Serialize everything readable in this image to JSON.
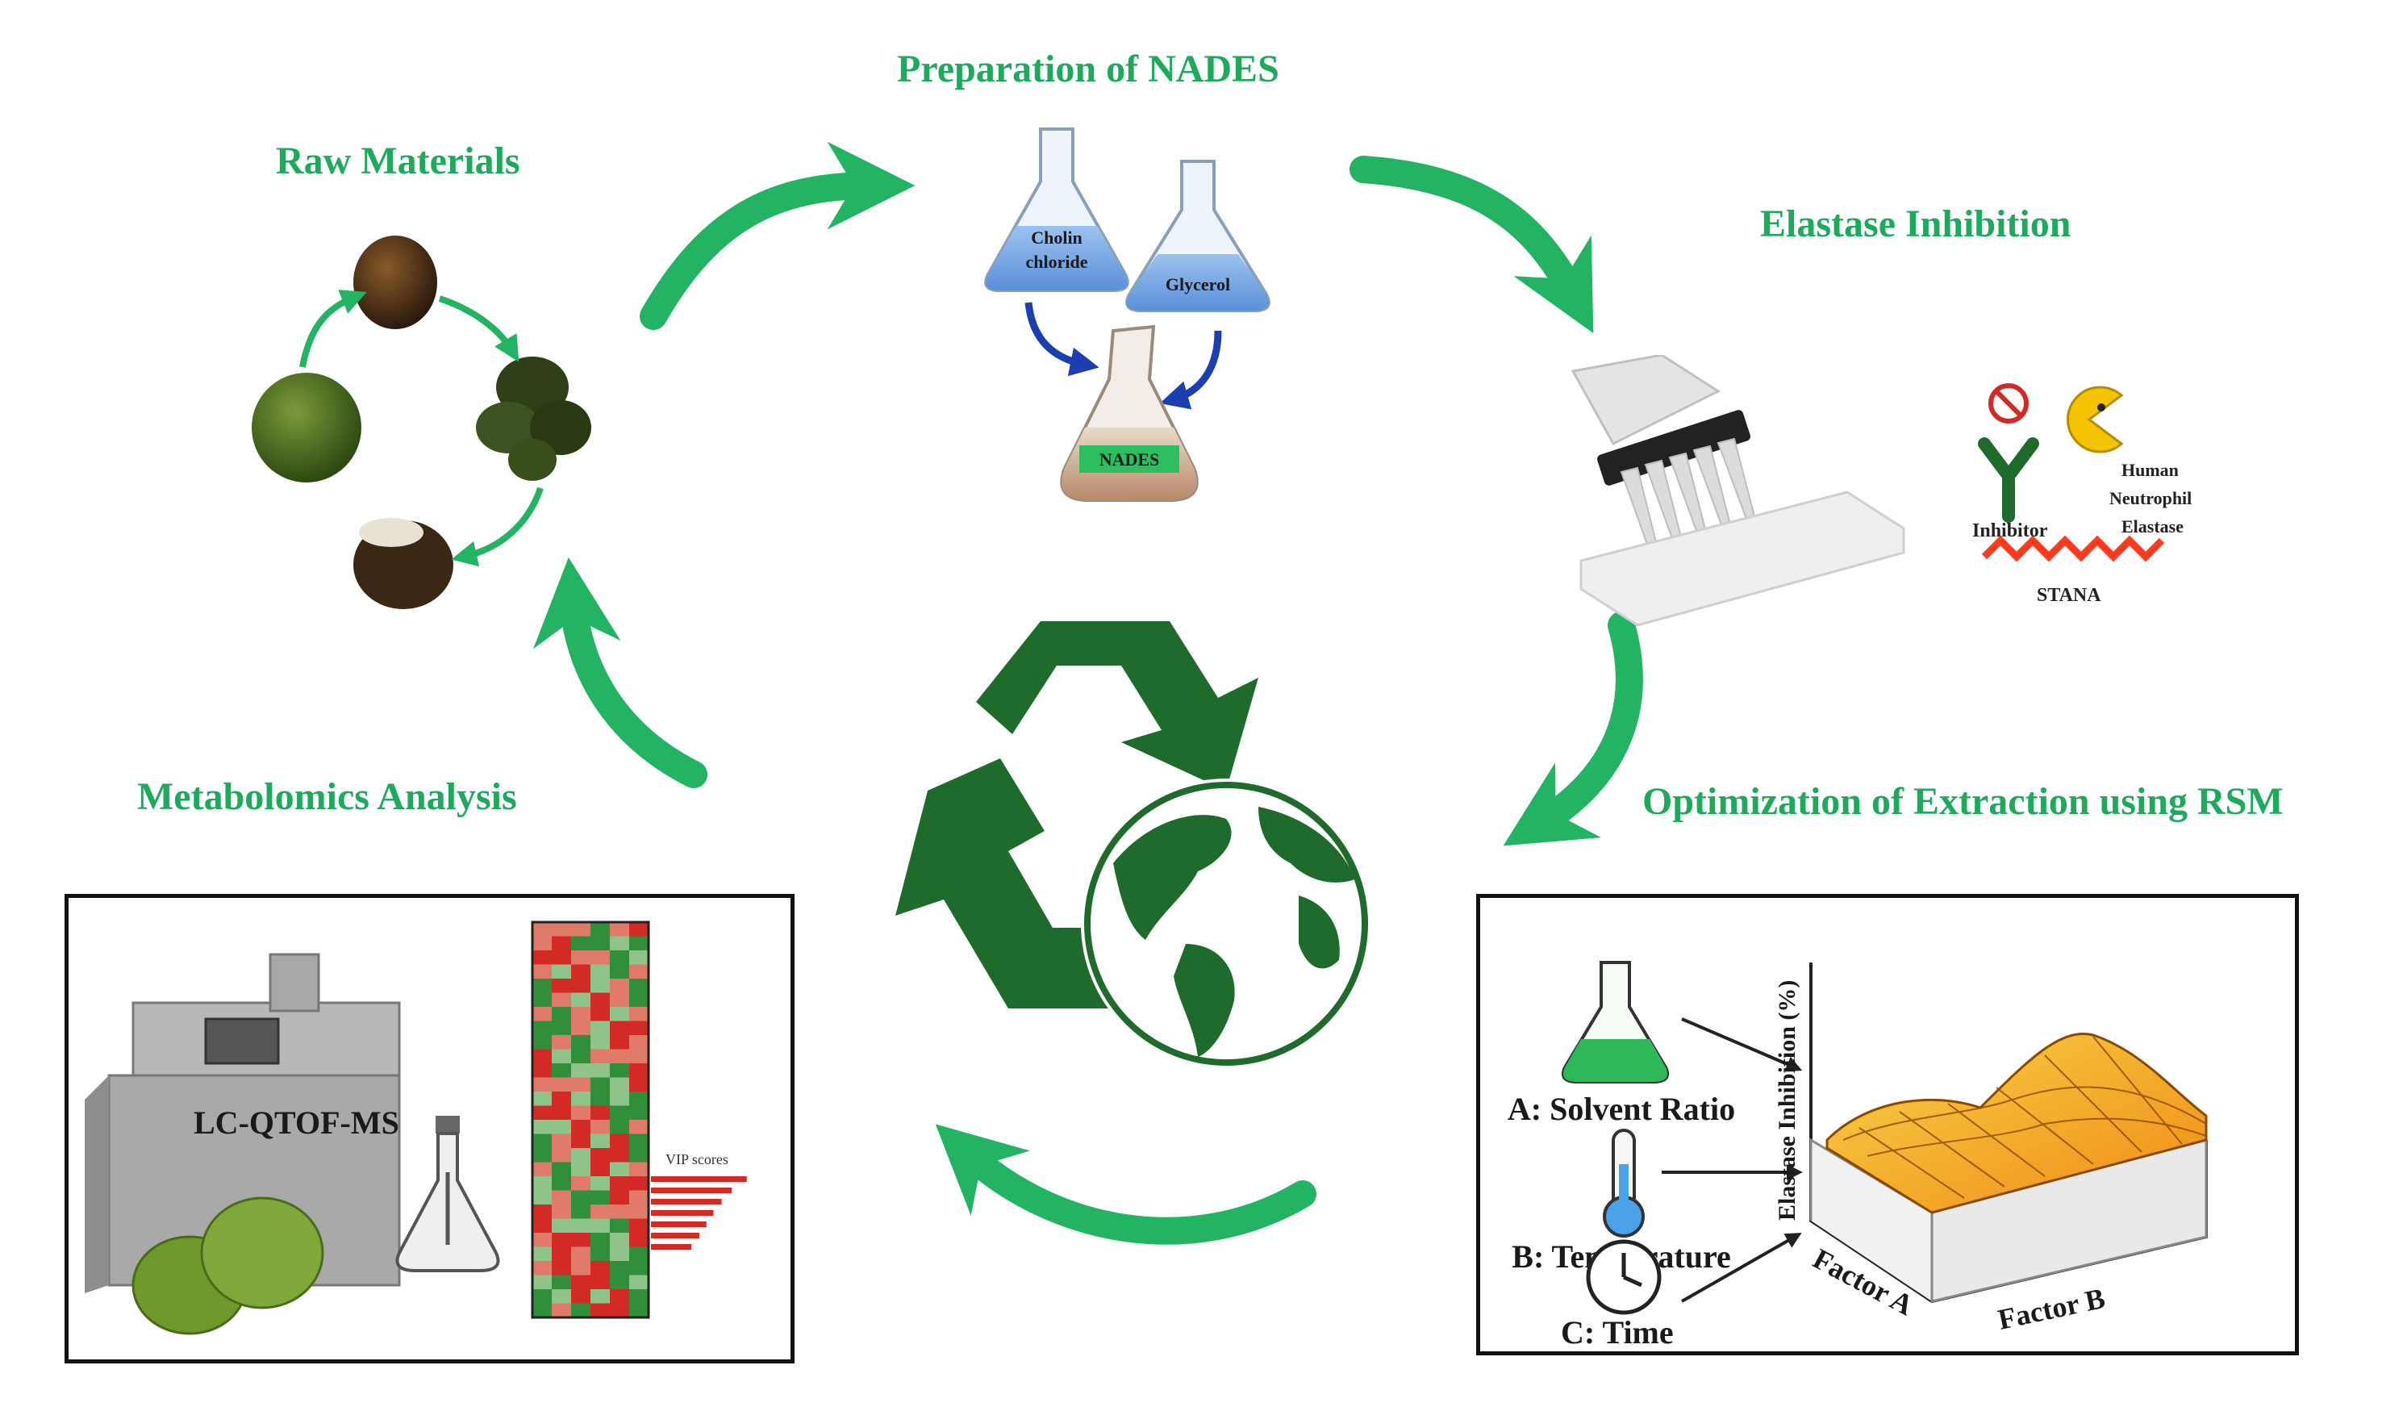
{
  "sections": {
    "raw_materials": "Raw Materials",
    "preparation": "Preparation of NADES",
    "elastase": "Elastase Inhibition",
    "optimization": "Optimization of Extraction using RSM",
    "metabolomics": "Metabolomics Analysis"
  },
  "nades": {
    "flask1_line1": "Cholin",
    "flask1_line2": "chloride",
    "flask2": "Glycerol",
    "result": "NADES"
  },
  "elastase_panel": {
    "inhibitor": "Inhibitor",
    "enzyme_line1": "Human",
    "enzyme_line2": "Neutrophil",
    "enzyme_line3": "Elastase",
    "substrate": "STANA"
  },
  "rsm_panel": {
    "factor_a": "A: Solvent Ratio",
    "factor_b": "B: Temperature",
    "factor_c": "C: Time",
    "y_axis": "Elastase Inhibition (%)",
    "x_axis_1": "Factor A",
    "x_axis_2": "Factor B"
  },
  "metabolomics_panel": {
    "instrument": "LC-QTOF-MS",
    "vip_label": "VIP scores",
    "vip_values": [
      0.95,
      0.8,
      0.7,
      0.62,
      0.55,
      0.48,
      0.4
    ]
  },
  "colors": {
    "title_green": "#1eaa5c",
    "arrow_green": "#22b463",
    "recycle_green": "#1f6b2c",
    "heatmap_red": "#d42a26",
    "heatmap_green": "#2f8f3a"
  }
}
